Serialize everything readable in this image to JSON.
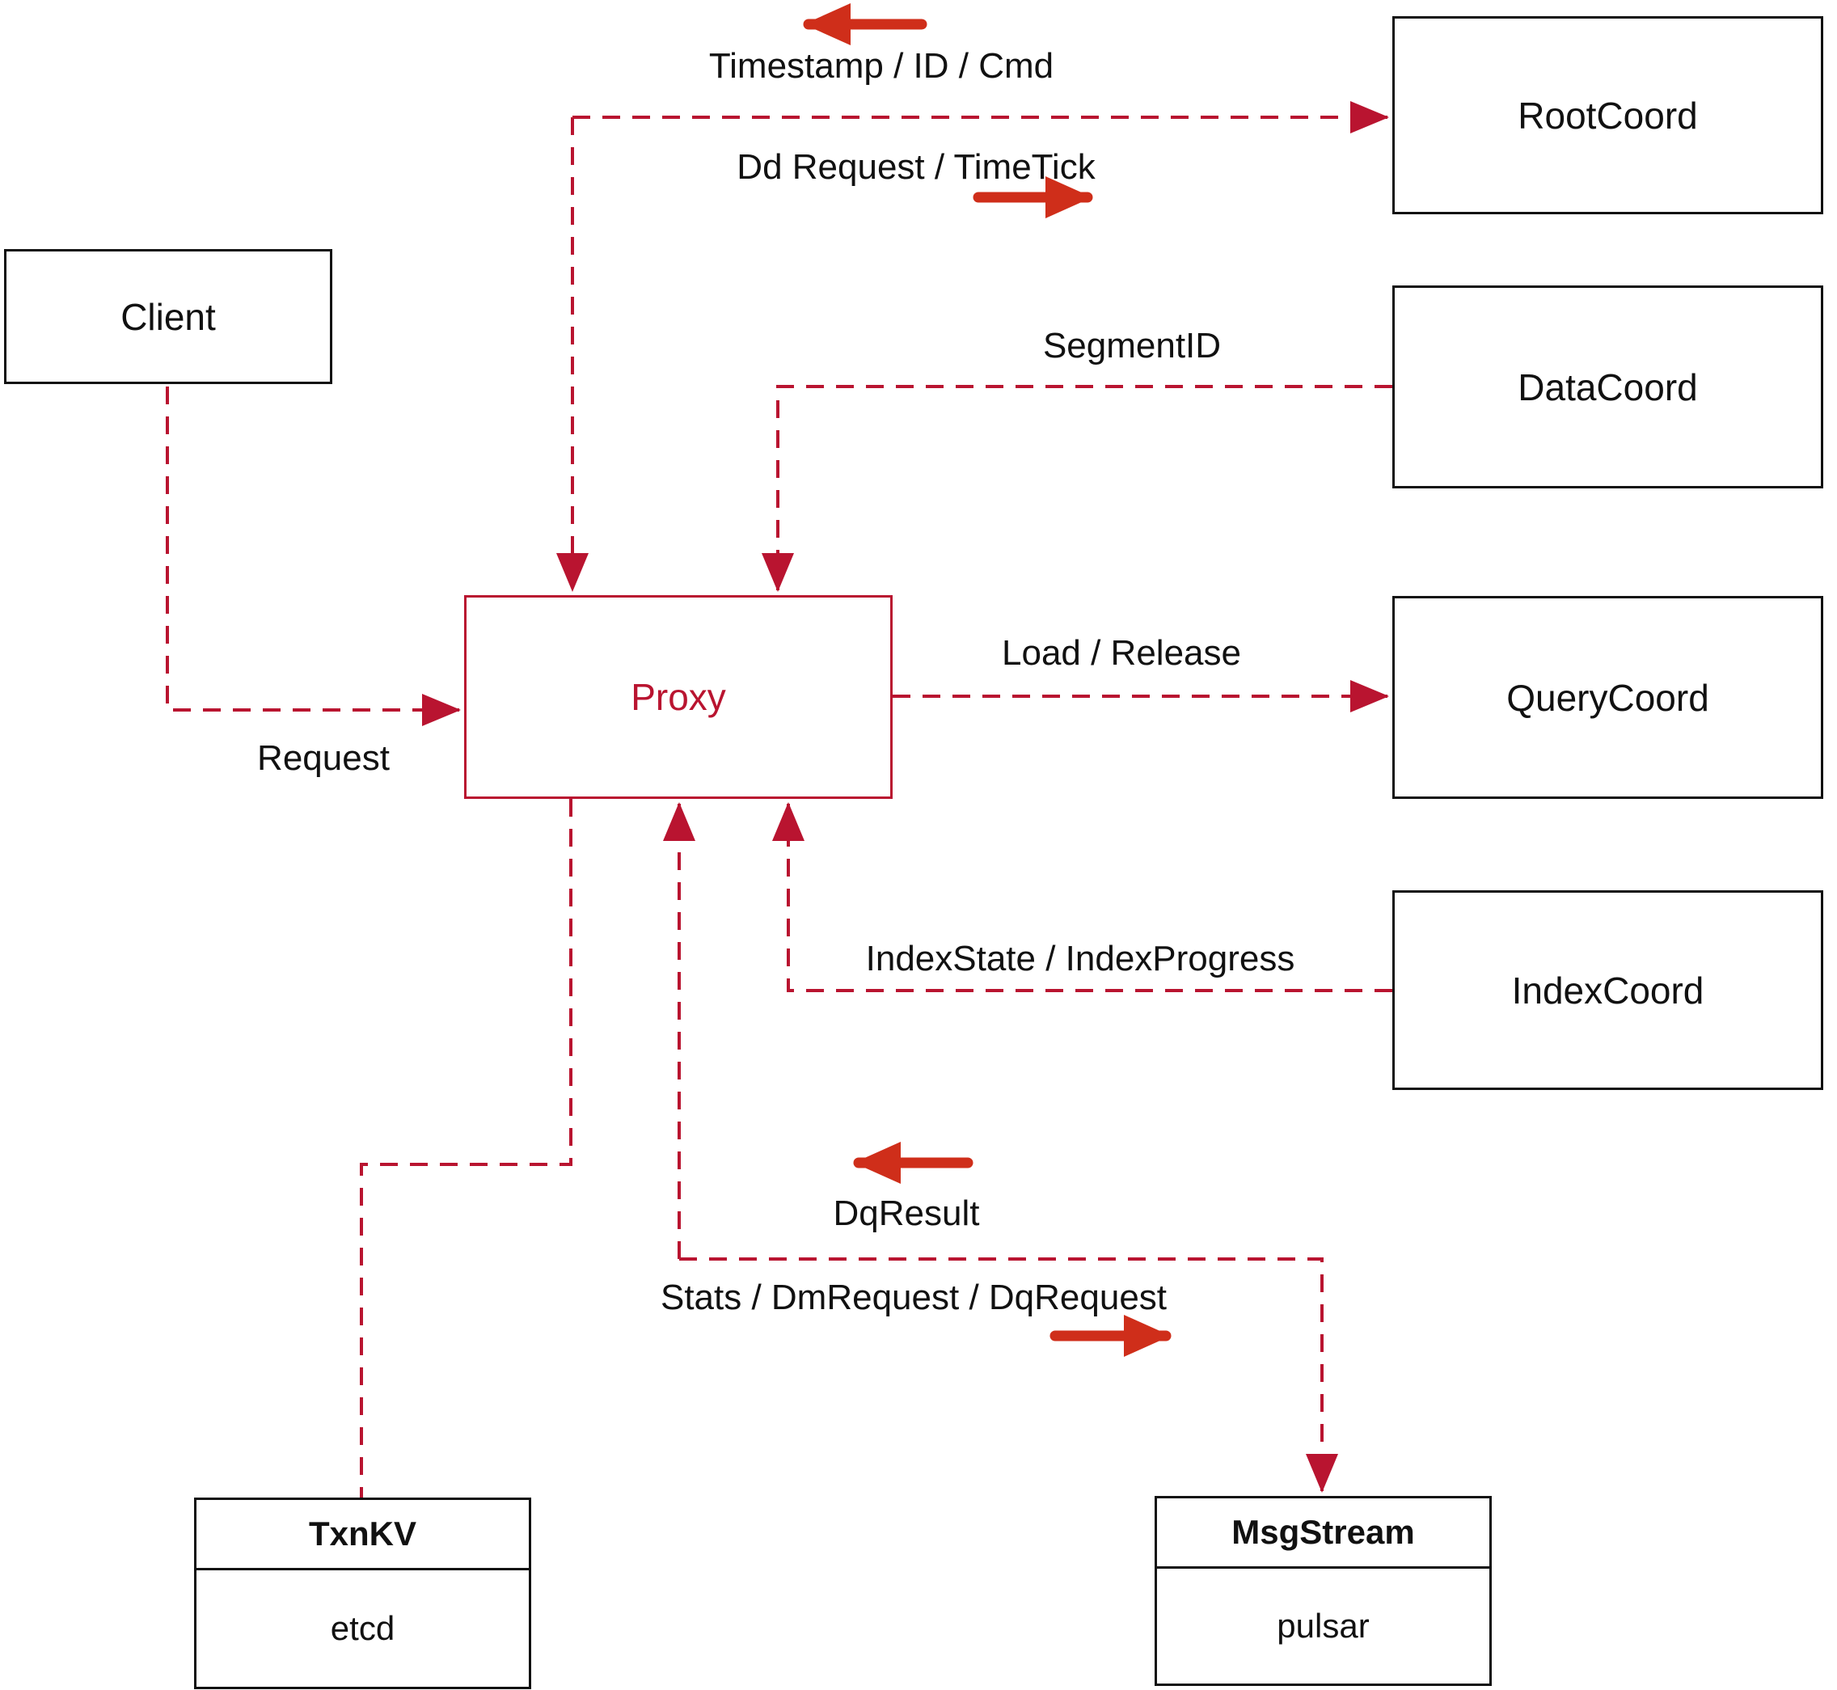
{
  "colors": {
    "dashed_line_red": "#b91430",
    "solid_arrow_red": "#cf2e1a",
    "box_border_black": "#111111",
    "proxy_red": "#b91430",
    "background": "#ffffff"
  },
  "nodes": {
    "client": {
      "label": "Client"
    },
    "proxy": {
      "label": "Proxy"
    },
    "root_coord": {
      "label": "RootCoord"
    },
    "data_coord": {
      "label": "DataCoord"
    },
    "query_coord": {
      "label": "QueryCoord"
    },
    "index_coord": {
      "label": "IndexCoord"
    },
    "txn_kv": {
      "title": "TxnKV",
      "subtitle": "etcd"
    },
    "msg_stream": {
      "title": "MsgStream",
      "subtitle": "pulsar"
    }
  },
  "edge_labels": {
    "root_response": "Timestamp / ID / Cmd",
    "root_request": "Dd Request / TimeTick",
    "segment_id": "SegmentID",
    "load_release": "Load / Release",
    "index_state": "IndexState / IndexProgress",
    "client_request": "Request",
    "dq_result": "DqResult",
    "stats_request": "Stats / DmRequest / DqRequest"
  },
  "connections": [
    {
      "from": "client",
      "to": "proxy",
      "style": "dashed",
      "label": "Request",
      "direction": "into proxy"
    },
    {
      "from": "proxy",
      "to": "root_coord",
      "style": "dashed",
      "request": "Dd Request / TimeTick",
      "response": "Timestamp / ID / Cmd",
      "direction": "bidirectional"
    },
    {
      "from": "data_coord",
      "to": "proxy",
      "style": "dashed",
      "label": "SegmentID",
      "direction": "into proxy"
    },
    {
      "from": "proxy",
      "to": "query_coord",
      "style": "dashed",
      "label": "Load / Release",
      "direction": "into query_coord"
    },
    {
      "from": "index_coord",
      "to": "proxy",
      "style": "dashed",
      "label": "IndexState / IndexProgress",
      "direction": "into proxy"
    },
    {
      "from": "proxy",
      "to": "msg_stream",
      "style": "dashed",
      "request": "Stats / DmRequest / DqRequest",
      "response": "DqResult",
      "direction": "bidirectional"
    },
    {
      "from": "proxy",
      "to": "txn_kv",
      "style": "dashed",
      "label": "",
      "direction": "none"
    }
  ]
}
